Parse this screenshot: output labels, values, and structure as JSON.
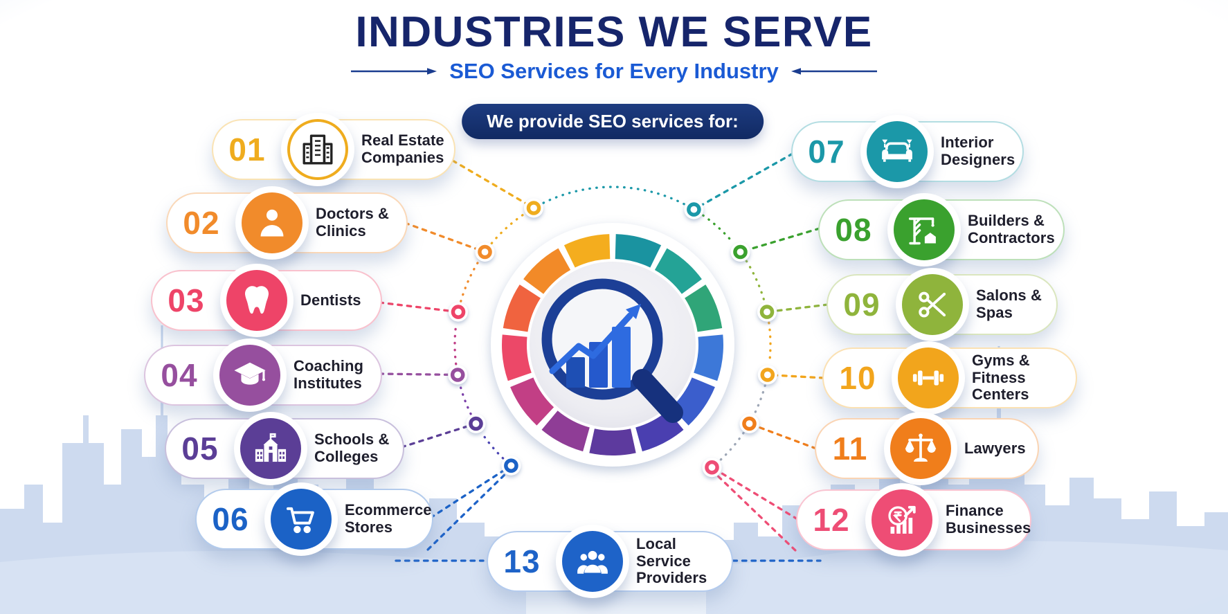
{
  "header": {
    "title": "INDUSTRIES WE SERVE",
    "subtitle": "SEO Services for Every Industry",
    "badge": "We provide SEO services for:"
  },
  "colors": {
    "title_text": "#16256B",
    "subtitle_text": "#1A5AD4",
    "badge_bg": "#142F6B",
    "skyline": "#c4d4ec"
  },
  "ring_colors": [
    "#1A93A0",
    "#24A396",
    "#30A578",
    "#3D78D8",
    "#3B5ECC",
    "#4A3FB0",
    "#5D3A9E",
    "#8F3D96",
    "#C23F85",
    "#EC4868",
    "#F0633F",
    "#F28A28",
    "#F4AD1E"
  ],
  "hub": {
    "icon": "seo-magnifier-chart-icon"
  },
  "items": [
    {
      "num": "01",
      "label": "Real Estate Companies",
      "color": "#EFAC1E",
      "icon": "building-icon"
    },
    {
      "num": "02",
      "label": "Doctors & Clinics",
      "color": "#F18B2B",
      "icon": "doctor-icon"
    },
    {
      "num": "03",
      "label": "Dentists",
      "color": "#EE4468",
      "icon": "tooth-icon"
    },
    {
      "num": "04",
      "label": "Coaching Institutes",
      "color": "#964F9E",
      "icon": "graduation-cap-icon"
    },
    {
      "num": "05",
      "label": "Schools & Colleges",
      "color": "#5B3E96",
      "icon": "school-icon"
    },
    {
      "num": "06",
      "label": "Ecommerce Stores",
      "color": "#1B62C6",
      "icon": "cart-icon"
    },
    {
      "num": "07",
      "label": "Interior Designers",
      "color": "#1B98A8",
      "icon": "sofa-icon"
    },
    {
      "num": "08",
      "label": "Builders & Contractors",
      "color": "#3AA12E",
      "icon": "crane-icon"
    },
    {
      "num": "09",
      "label": "Salons & Spas",
      "color": "#8FB43C",
      "icon": "scissors-icon"
    },
    {
      "num": "10",
      "label": "Gyms & Fitness Centers",
      "color": "#F2A51C",
      "icon": "dumbbell-icon"
    },
    {
      "num": "11",
      "label": "Lawyers",
      "color": "#F07E1B",
      "icon": "scales-icon"
    },
    {
      "num": "12",
      "label": "Finance Businesses",
      "color": "#EE4D75",
      "icon": "finance-icon"
    },
    {
      "num": "13",
      "label": "Local Service Providers",
      "color": "#1E63C8",
      "icon": "people-icon"
    }
  ]
}
